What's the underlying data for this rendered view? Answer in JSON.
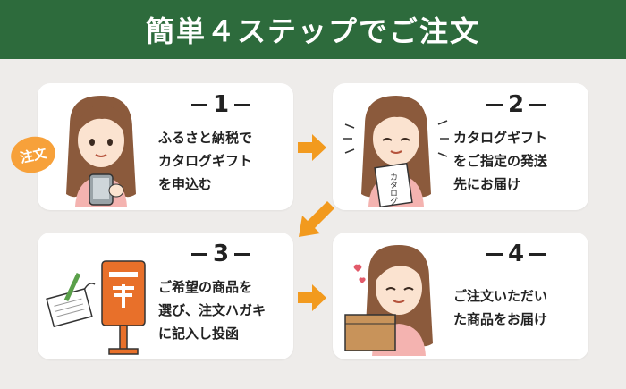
{
  "header": {
    "title": "簡単４ステップでご注文"
  },
  "steps": [
    {
      "number": "1",
      "lines": [
        "ふるさと納税で",
        "カタログギフト",
        "を申込む"
      ],
      "badge": "注文"
    },
    {
      "number": "2",
      "lines": [
        "カタログギフト",
        "をご指定の発送",
        "先にお届け"
      ],
      "book_label": "カタログ"
    },
    {
      "number": "3",
      "lines": [
        "ご希望の商品を",
        "選び、注文ハガキ",
        "に記入し投函"
      ]
    },
    {
      "number": "4",
      "lines": [
        "ご注文いただい",
        "た商品をお届け"
      ]
    }
  ],
  "colors": {
    "header_bg": "#2d6b3c",
    "arrow": "#f29a1e",
    "page_bg": "#eeecea",
    "card_bg": "#ffffff",
    "mailbox": "#e8702a"
  }
}
